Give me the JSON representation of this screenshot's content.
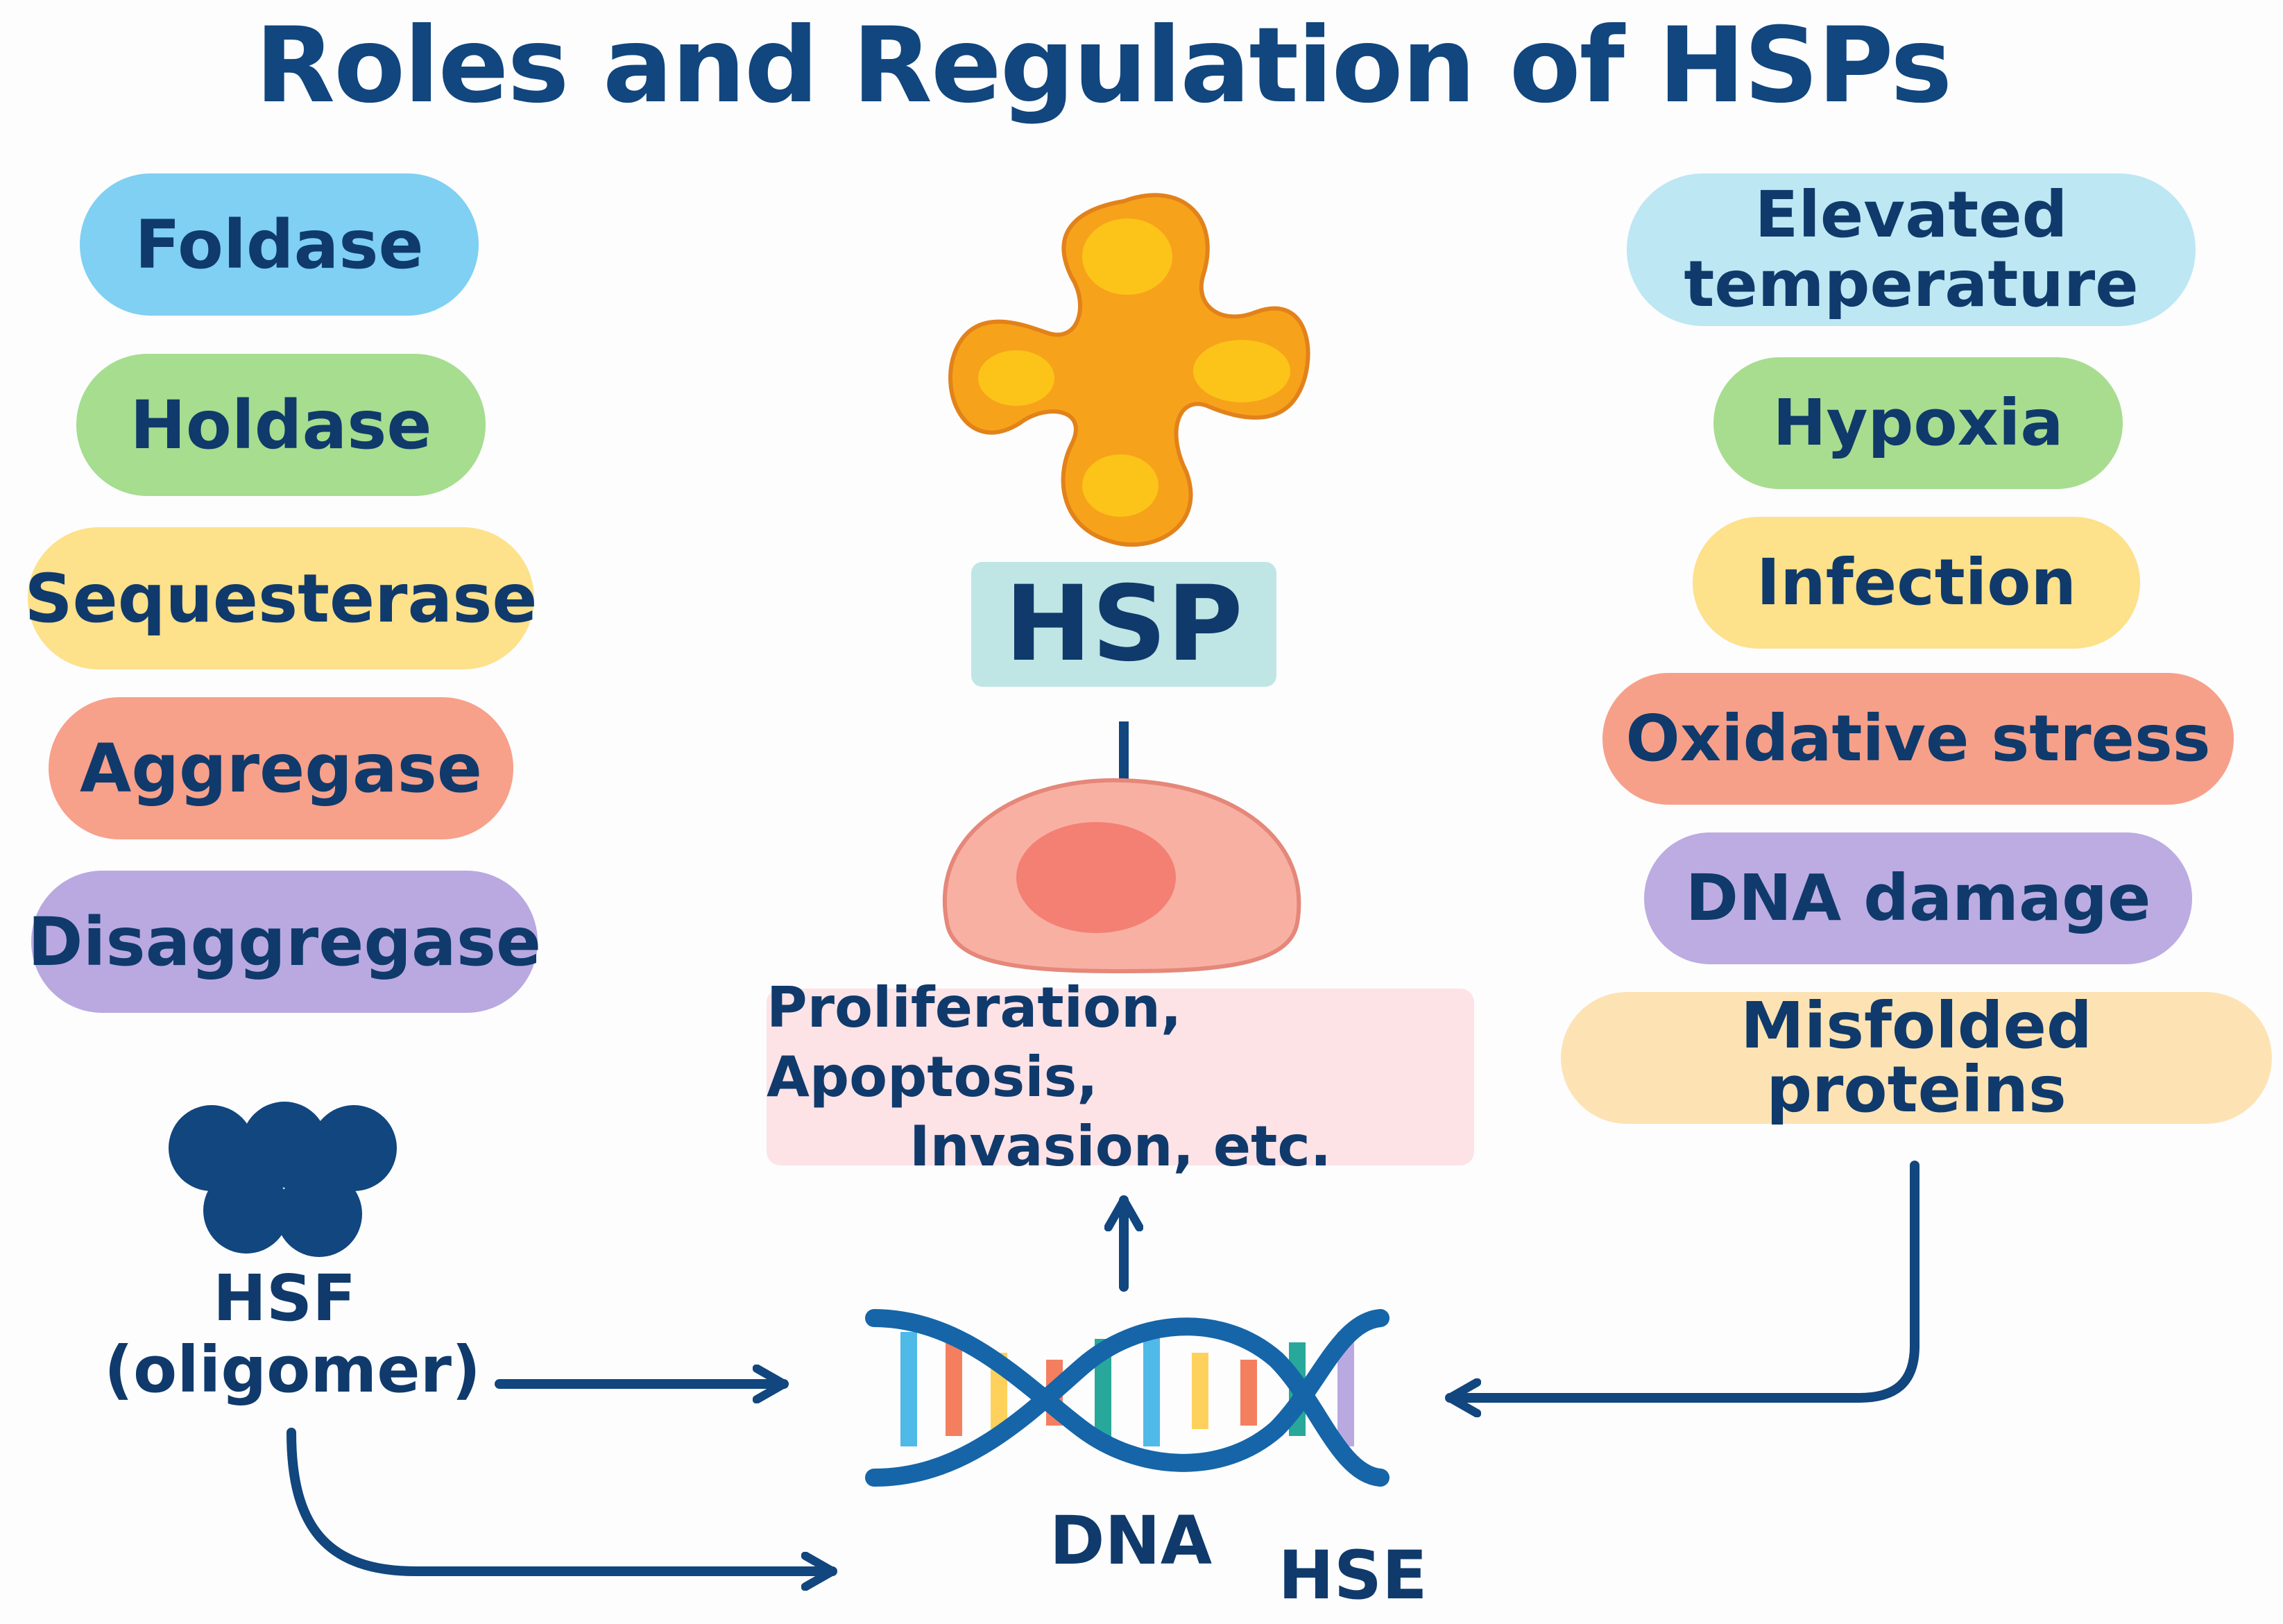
{
  "title": "Roles and Regulation of HSPs",
  "functions": [
    {
      "label": "Foldase",
      "color": "#7fd0f2"
    },
    {
      "label": "Holdase",
      "color": "#a6dd8f"
    },
    {
      "label": "Sequesterase",
      "color": "#fde18b"
    },
    {
      "label": "Aggregase",
      "color": "#f7a08a"
    },
    {
      "label": "Disaggregase",
      "color": "#b9a9e0"
    }
  ],
  "stressors": [
    {
      "line1": "Elevated",
      "line2": "temperature",
      "color": "#bde7f3"
    },
    {
      "line1": "Hypoxia",
      "color": "#a8dd8f"
    },
    {
      "line1": "Infection",
      "color": "#fde18b"
    },
    {
      "line1": "Oxidative stress",
      "color": "#f6a08a"
    },
    {
      "line1": "DNA damage",
      "color": "#bcace2"
    },
    {
      "line1": "Misfolded proteins",
      "color": "#fde3b4"
    }
  ],
  "hsp_label": "HSP",
  "processes": {
    "line1": "Proliferation, Apoptosis,",
    "line2": "Invasion, etc."
  },
  "hsf": {
    "line1": "HSF",
    "line2": "(oligomer)"
  },
  "dna_label": "DNA",
  "hse_label": "HSE",
  "colors": {
    "arrow": "#11467e",
    "cell": "#f8b0a3",
    "nucleus": "#f47f73",
    "protein": "#f7a21b"
  }
}
